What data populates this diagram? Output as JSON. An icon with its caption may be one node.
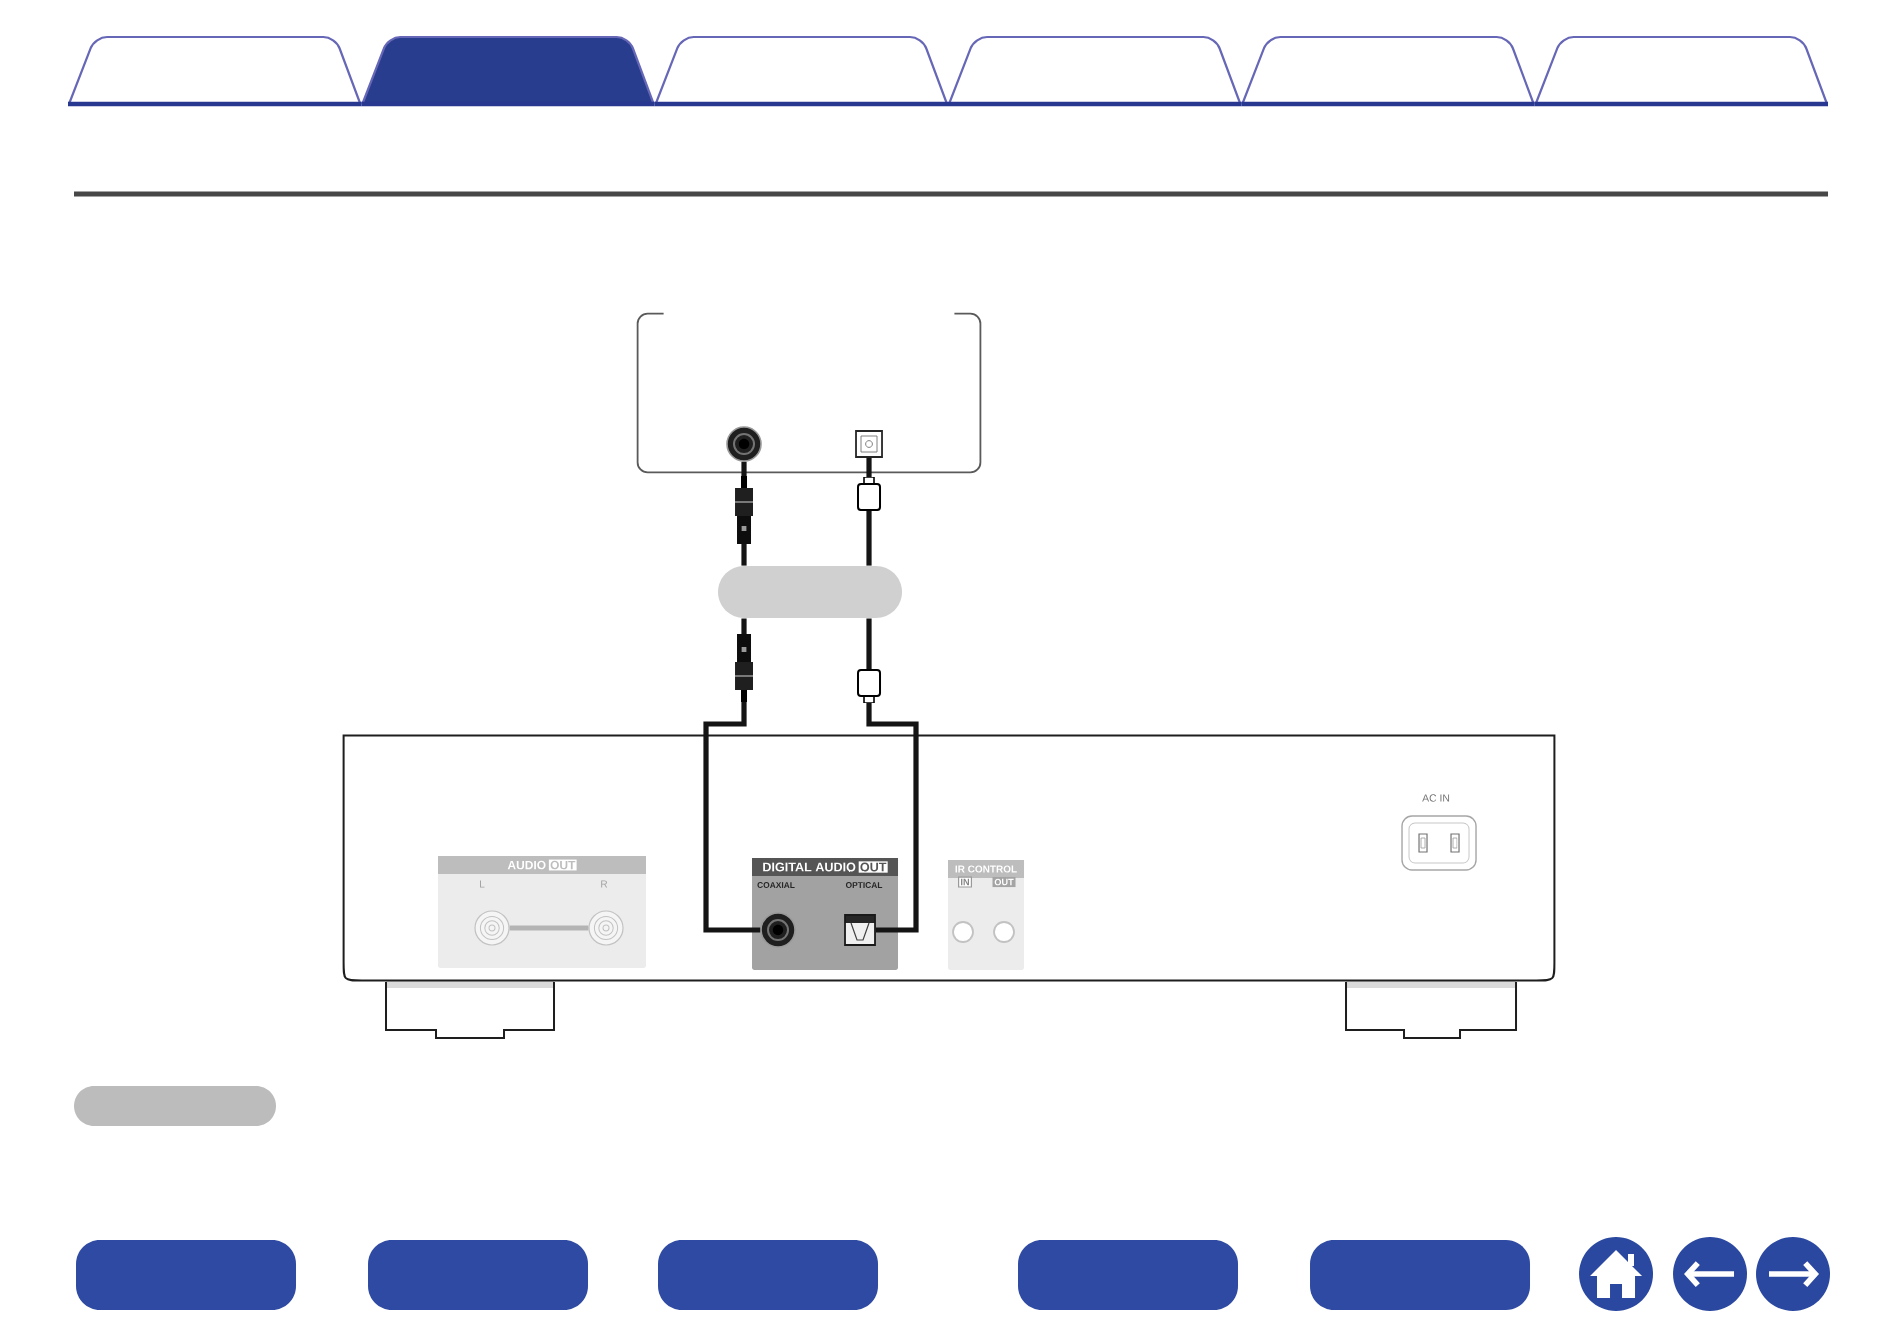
{
  "diagram": {
    "nodes": [
      {
        "text": [],
        "shape": "box"
      },
      {
        "text": [],
        "shape": "circle",
        "in": 0
      },
      {
        "text": [],
        "shape": "box",
        "in": 0
      },
      {
        "text": [],
        "shape": "bar"
      },
      {
        "text": [],
        "shape": "box"
      },
      {
        "text": [
          "AUDIO",
          "OUT"
        ],
        "in": 4
      },
      {
        "text": [],
        "shape": "circle",
        "in": 5,
        "beside": [
          "L"
        ]
      },
      {
        "text": [],
        "shape": "circle",
        "in": 5,
        "beside": [
          "R"
        ]
      },
      {
        "text": [
          "DIGITAL AUDIO",
          "OUT"
        ],
        "in": 4
      },
      {
        "text": [],
        "shape": "circle",
        "in": 8,
        "beside": [
          "COAXIAL"
        ]
      },
      {
        "text": [],
        "shape": "box",
        "in": 8,
        "beside": [
          "OPTICAL"
        ]
      },
      {
        "text": [
          "IR CONTROL"
        ],
        "in": 4
      },
      {
        "text": [
          "IN"
        ],
        "in": 11
      },
      {
        "text": [
          "OUT"
        ],
        "in": 11
      },
      {
        "text": [],
        "shape": "circle",
        "in": 11
      },
      {
        "text": [],
        "shape": "circle",
        "in": 11
      },
      {
        "text": [],
        "shape": "box",
        "in": 4,
        "beside": [
          "AC IN"
        ]
      },
      {
        "text": [],
        "shape": "bar"
      }
    ],
    "edges": [
      {
        "from": 1,
        "to": 3,
        "arrow": "none"
      },
      {
        "from": 2,
        "to": 3,
        "arrow": "none"
      },
      {
        "from": 3,
        "to": 9,
        "arrow": "none"
      },
      {
        "from": 3,
        "to": 10,
        "arrow": "none"
      },
      {
        "from": 6,
        "to": 7,
        "arrow": "none",
        "color": "#b4b4b4"
      }
    ]
  }
}
